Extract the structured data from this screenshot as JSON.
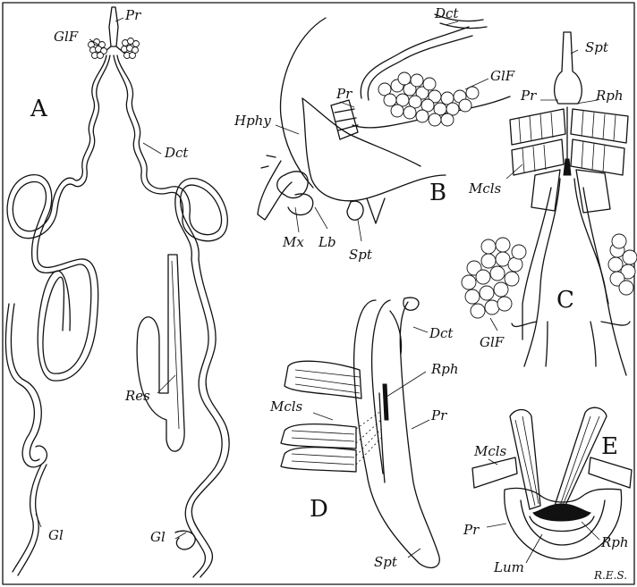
{
  "figure": {
    "panels": [
      "A",
      "B",
      "C",
      "D",
      "E"
    ],
    "signature": "R.E.S.",
    "panel_A": {
      "labels": [
        "Pr",
        "GlF",
        "Dct",
        "Res",
        "Gl",
        "Gl"
      ]
    },
    "panel_B": {
      "labels": [
        "Dct",
        "GlF",
        "Hphy",
        "Pr",
        "Mx",
        "Lb",
        "Spt"
      ]
    },
    "panel_C": {
      "labels": [
        "Spt",
        "Pr",
        "Rph",
        "Mcls",
        "GlF"
      ]
    },
    "panel_D": {
      "labels": [
        "Dct",
        "Rph",
        "Mcls",
        "Pr",
        "Spt"
      ]
    },
    "panel_E": {
      "labels": [
        "Mcls",
        "Pr",
        "Rph",
        "Lum"
      ]
    }
  }
}
